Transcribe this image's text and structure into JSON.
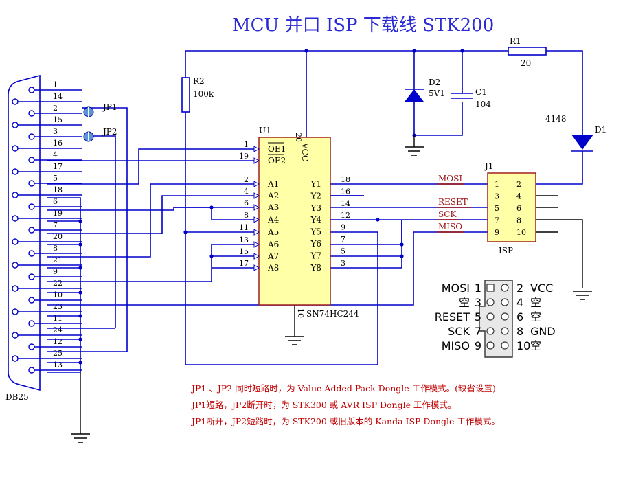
{
  "title": "MCU 并口 ISP 下载线   STK200",
  "connector": {
    "label": "DB25",
    "pins": [
      "1",
      "14",
      "2",
      "15",
      "3",
      "16",
      "4",
      "17",
      "5",
      "18",
      "6",
      "19",
      "7",
      "20",
      "8",
      "21",
      "9",
      "22",
      "10",
      "23",
      "11",
      "24",
      "12",
      "25",
      "13"
    ]
  },
  "jumpers": {
    "jp1": "JP1",
    "jp2": "JP2"
  },
  "components": {
    "r2_name": "R2",
    "r2_value": "100k",
    "r1_name": "R1",
    "r1_value": "20",
    "d2_name": "D2",
    "d2_value": "5V1",
    "c1_name": "C1",
    "c1_value": "104",
    "d1_name": "D1",
    "d1_value": "4148",
    "u1_name": "U1",
    "u1_part": "SN74HC244",
    "u1_vcc": "VCC",
    "u1_vcc_pin": "20",
    "u1_gnd_pin": "10"
  },
  "chip_left": [
    {
      "num": "1",
      "name": "OE1",
      "bar": true
    },
    {
      "num": "19",
      "name": "OE2",
      "bar": true
    },
    {
      "num": "2",
      "name": "A1"
    },
    {
      "num": "4",
      "name": "A2"
    },
    {
      "num": "6",
      "name": "A3"
    },
    {
      "num": "8",
      "name": "A4"
    },
    {
      "num": "11",
      "name": "A5"
    },
    {
      "num": "13",
      "name": "A6"
    },
    {
      "num": "15",
      "name": "A7"
    },
    {
      "num": "17",
      "name": "A8"
    }
  ],
  "chip_right": [
    {
      "num": "18",
      "name": "Y1"
    },
    {
      "num": "16",
      "name": "Y2"
    },
    {
      "num": "14",
      "name": "Y3"
    },
    {
      "num": "12",
      "name": "Y4"
    },
    {
      "num": "9",
      "name": "Y5"
    },
    {
      "num": "7",
      "name": "Y6"
    },
    {
      "num": "5",
      "name": "Y7"
    },
    {
      "num": "3",
      "name": "Y8"
    }
  ],
  "isp": {
    "name": "J1",
    "label": "ISP",
    "pins_left": [
      "1",
      "3",
      "5",
      "7",
      "9"
    ],
    "pins_right": [
      "2",
      "4",
      "6",
      "8",
      "10"
    ],
    "signals": [
      "MOSI",
      "RESET",
      "SCK",
      "MISO"
    ]
  },
  "header": {
    "left": [
      {
        "name": "MOSI",
        "num": "1"
      },
      {
        "name": "空",
        "num": "3"
      },
      {
        "name": "RESET",
        "num": "5"
      },
      {
        "name": "SCK",
        "num": "7"
      },
      {
        "name": "MISO",
        "num": "9"
      }
    ],
    "right": [
      {
        "num": "2",
        "name": "VCC"
      },
      {
        "num": "4",
        "name": "空"
      },
      {
        "num": "6",
        "name": "空"
      },
      {
        "num": "8",
        "name": "GND"
      },
      {
        "num": "10",
        "name": "空"
      }
    ]
  },
  "notes": [
    "JP1 、JP2 同时短路时，为 Value Added Pack Dongle 工作模式。(缺省设置)",
    "JP1短路，JP2断开时，为 STK300 或 AVR ISP Dongle 工作模式。",
    "JP1断开，JP2短路时，为  STK200 或旧版本的 Kanda ISP Dongle 工作模式。"
  ]
}
